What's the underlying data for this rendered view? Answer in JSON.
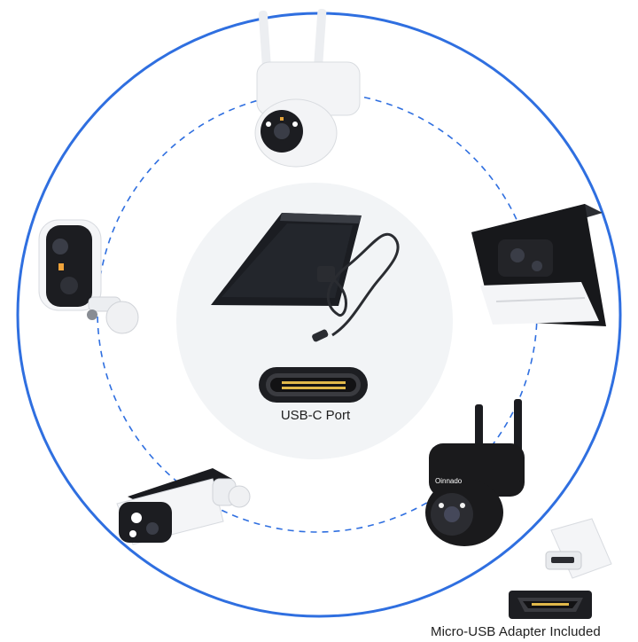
{
  "labels": {
    "usbc_port": "USB-C Port",
    "micro_usb_adapter": "Micro-USB Adapter Included"
  },
  "brand_on_camera": "Oinnado",
  "colors": {
    "outer_ring": "#2f6fe0",
    "dashed_ring": "#2f6fe0",
    "center_disc": "#f2f4f6",
    "panel_dark": "#1b1d22",
    "camera_white": "#f3f4f6",
    "camera_black": "#1a1a1c",
    "gold_pins": "#e0b84a"
  },
  "icons": {
    "center": "solar-panel-with-cable-icon",
    "usbc": "usb-c-port-icon",
    "micro": "micro-usb-port-icon",
    "adapter": "usb-adapter-icon"
  },
  "products": [
    "white-ptz-camera",
    "white-bullet-camera",
    "solar-floodlight-camera",
    "white-solar-bullet-camera",
    "black-ptz-camera"
  ]
}
